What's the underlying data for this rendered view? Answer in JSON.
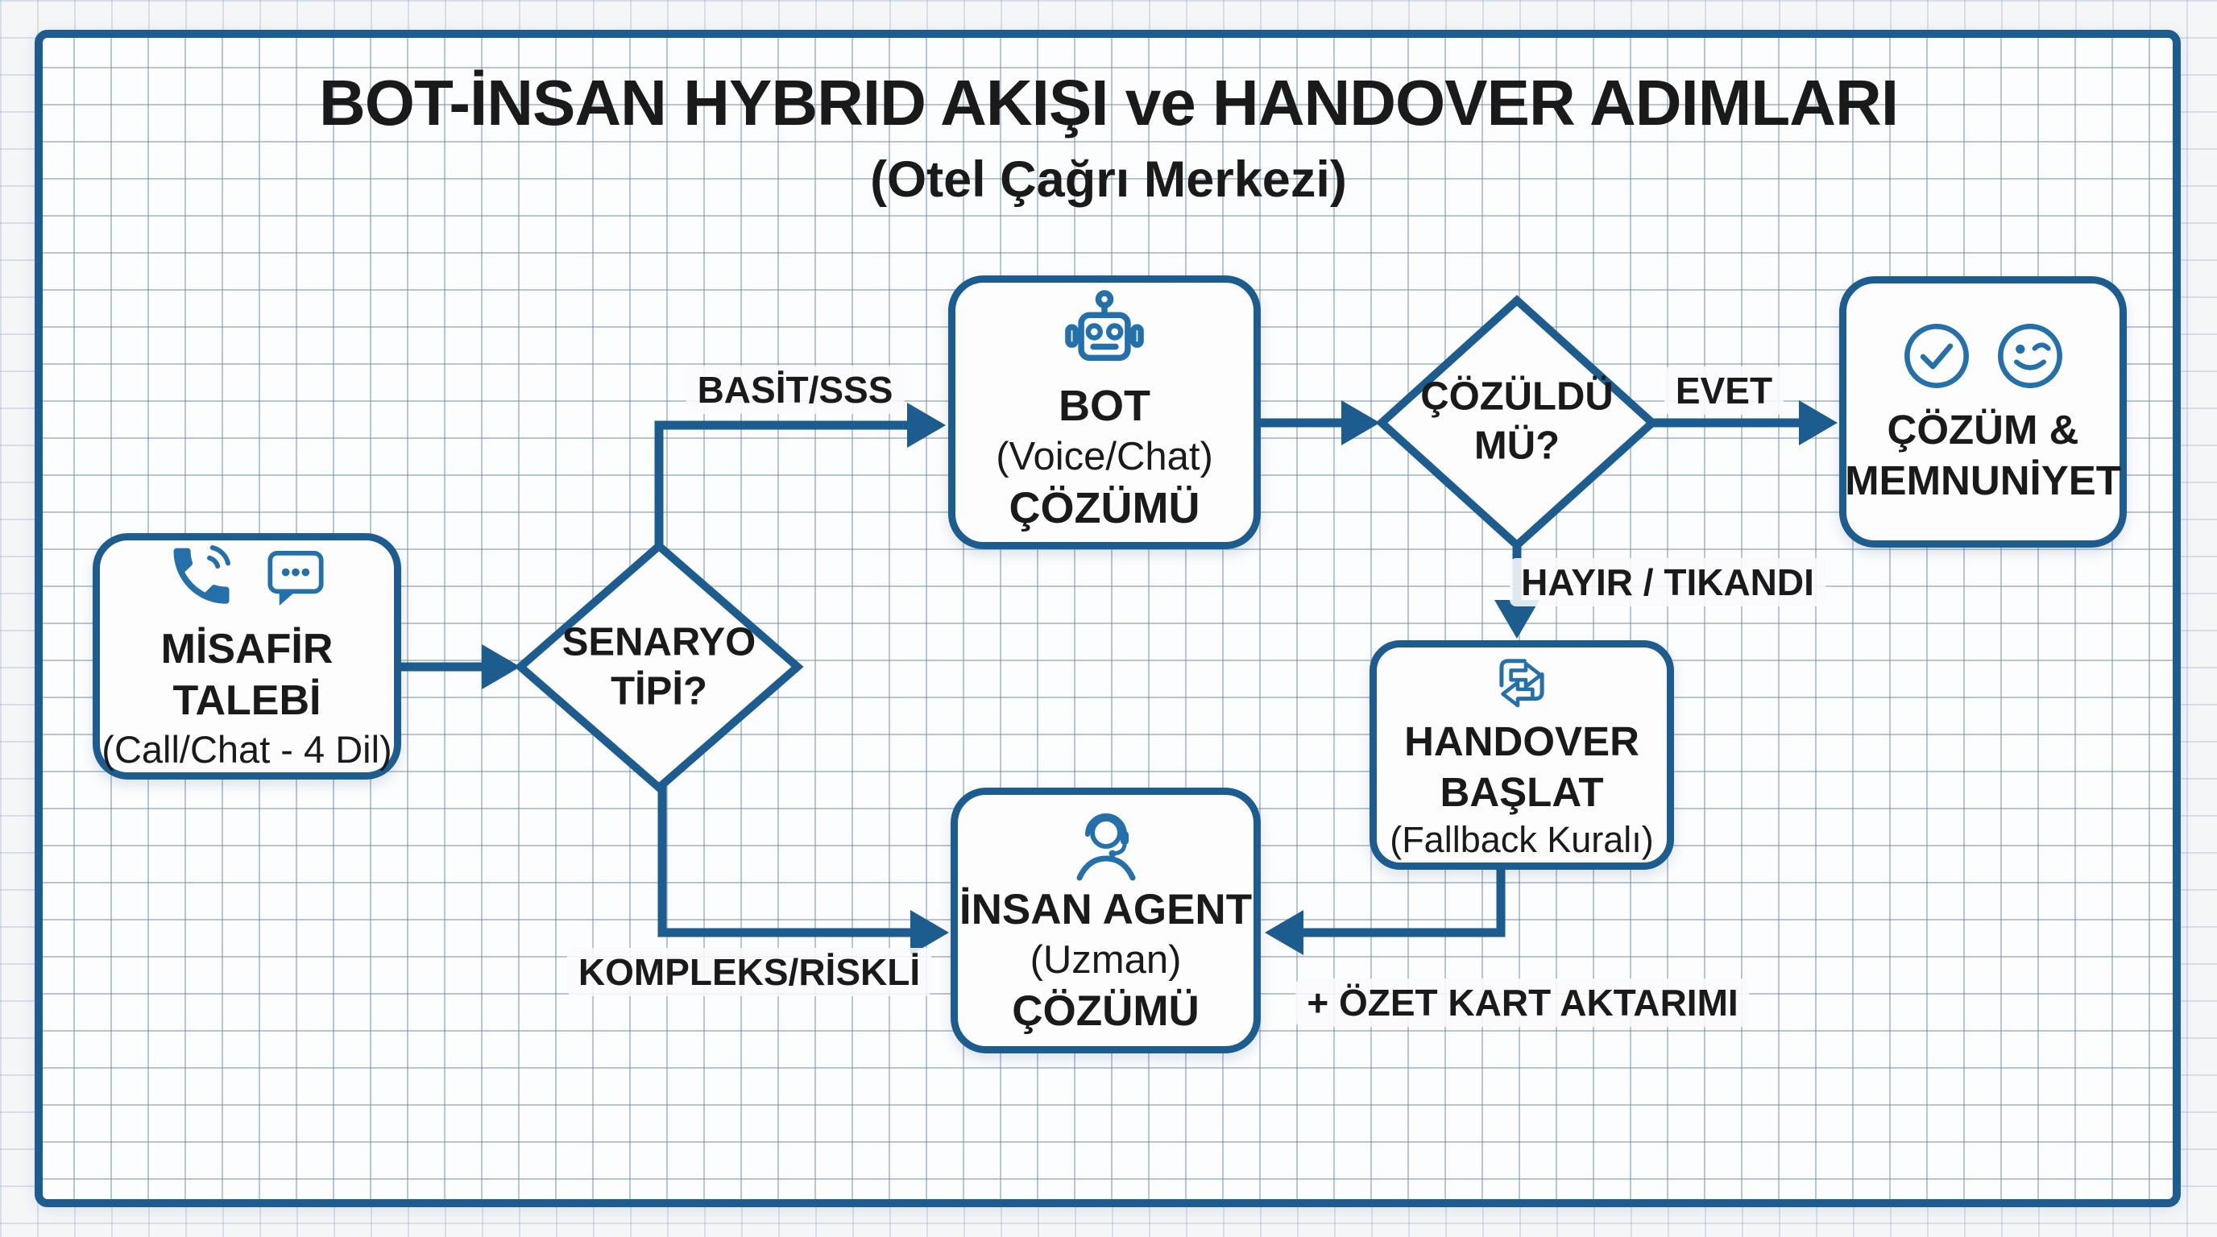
{
  "header": {
    "title": "BOT-İNSAN HYBRID AKIŞI ve HANDOVER ADIMLARI",
    "subtitle": "(Otel Çağrı Merkezi)"
  },
  "nodes": {
    "guest_request": {
      "title": "MİSAFİR TALEBİ",
      "subtitle": "(Call/Chat - 4 Dil)",
      "icons": [
        "phone-icon",
        "chat-bubble-icon"
      ]
    },
    "scenario_type": {
      "label": "SENARYO\nTİPİ?"
    },
    "bot_resolution": {
      "title": "BOT",
      "subtitle": "(Voice/Chat)",
      "footer": "ÇÖZÜMÜ",
      "icons": [
        "robot-icon"
      ]
    },
    "resolved_check": {
      "label": "ÇÖZÜLDÜ\nMÜ?"
    },
    "solution_satisfaction": {
      "line1": "ÇÖZÜM &",
      "line2": "MEMNUNİYET",
      "icons": [
        "check-circle-icon",
        "smiley-wink-icon"
      ]
    },
    "handover_start": {
      "title": "HANDOVER",
      "title2": "BAŞLAT",
      "subtitle": "(Fallback Kuralı)",
      "icons": [
        "exchange-arrows-icon"
      ]
    },
    "human_agent": {
      "title": "İNSAN AGENT",
      "subtitle": "(Uzman)",
      "footer": "ÇÖZÜMÜ",
      "icons": [
        "headset-agent-icon"
      ]
    }
  },
  "edge_labels": {
    "simple_faq": "BASİT/SSS",
    "yes": "EVET",
    "no_stuck": "HAYIR / TIKANDI",
    "complex_risky": "KOMPLEKS/RİSKLİ",
    "summary_card": "+ ÖZET KART AKTARIMI"
  },
  "colors": {
    "accent_blue": "#1d5c8e",
    "icon_blue": "#2470aa",
    "text": "#1a1a1a",
    "grid_line": "#8fa6bd",
    "canvas": "#fcfdfe"
  }
}
